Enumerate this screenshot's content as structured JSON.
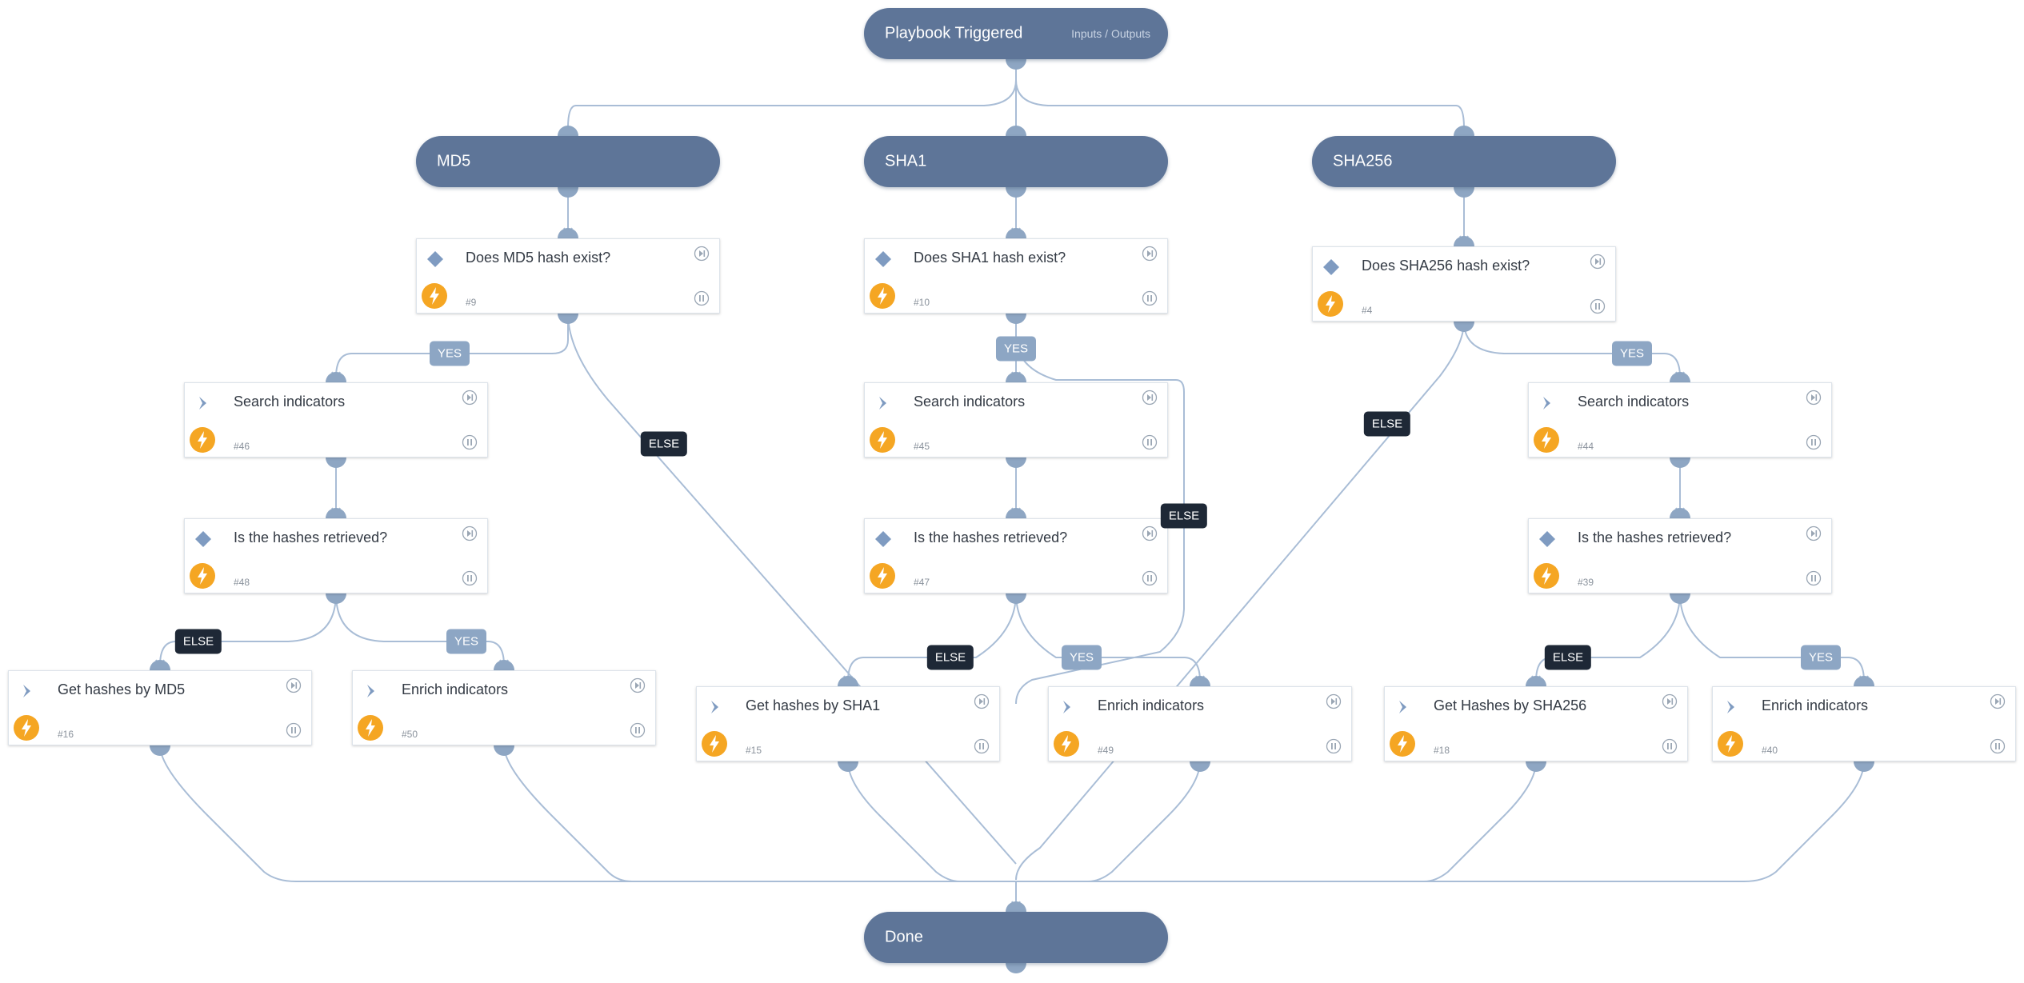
{
  "header": {
    "title": "Playbook Triggered",
    "link": "Inputs / Outputs"
  },
  "sections": [
    {
      "key": "md5",
      "title": "MD5"
    },
    {
      "key": "sha1",
      "title": "SHA1"
    },
    {
      "key": "sha256",
      "title": "SHA256"
    }
  ],
  "tasks": [
    {
      "id": "t9",
      "name": "Does MD5 hash exist?",
      "num": "#9",
      "kind": "condition"
    },
    {
      "id": "t10",
      "name": "Does SHA1 hash exist?",
      "num": "#10",
      "kind": "condition"
    },
    {
      "id": "t4",
      "name": "Does SHA256 hash exist?",
      "num": "#4",
      "kind": "condition"
    },
    {
      "id": "t46",
      "name": "Search indicators",
      "num": "#46",
      "kind": "action"
    },
    {
      "id": "t45",
      "name": "Search indicators",
      "num": "#45",
      "kind": "action"
    },
    {
      "id": "t44",
      "name": "Search indicators",
      "num": "#44",
      "kind": "action"
    },
    {
      "id": "t48",
      "name": "Is the hashes retrieved?",
      "num": "#48",
      "kind": "condition"
    },
    {
      "id": "t47",
      "name": "Is the hashes retrieved?",
      "num": "#47",
      "kind": "condition"
    },
    {
      "id": "t39",
      "name": "Is the hashes retrieved?",
      "num": "#39",
      "kind": "condition"
    },
    {
      "id": "t16",
      "name": "Get hashes by MD5",
      "num": "#16",
      "kind": "action"
    },
    {
      "id": "t50",
      "name": "Enrich indicators",
      "num": "#50",
      "kind": "action"
    },
    {
      "id": "t15",
      "name": "Get hashes by SHA1",
      "num": "#15",
      "kind": "action"
    },
    {
      "id": "t49",
      "name": "Enrich indicators",
      "num": "#49",
      "kind": "action"
    },
    {
      "id": "t18",
      "name": "Get Hashes by SHA256",
      "num": "#18",
      "kind": "action"
    },
    {
      "id": "t40",
      "name": "Enrich indicators",
      "num": "#40",
      "kind": "action"
    }
  ],
  "labels": {
    "yes": "YES",
    "else": "ELSE"
  },
  "footer": {
    "title": "Done"
  },
  "colors": {
    "node": "#5e7598",
    "edge": "#a9bdd6",
    "port": "#8ea6c3",
    "bolt": "#f5a623",
    "yes_label": "#8da6c4",
    "else_label": "#1e2836"
  }
}
